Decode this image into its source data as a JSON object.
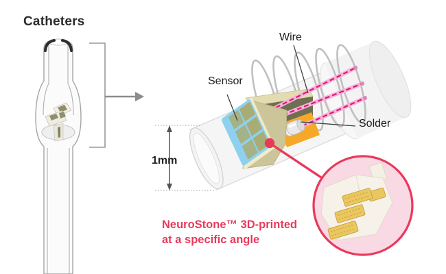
{
  "title": "Catheters",
  "labels": {
    "sensor": "Sensor",
    "wire": "Wire",
    "solder": "Solder",
    "dimension": "1mm"
  },
  "annotation": {
    "line1": "NeuroStone™ 3D-printed",
    "line2": "at a specific angle"
  },
  "icons": [
    "arrow-right-icon",
    "dimension-arrow-icon",
    "callout-dot-icon"
  ],
  "colors": {
    "accent": "#e8395b",
    "wire_core": "#e5117f",
    "wire_casing": "#f4b5d4",
    "sensor_blue": "#8ed1ee",
    "sensor_cell": "#a9ac74",
    "wedge": "#cdc59a",
    "rail": "#e3dcb1",
    "orange": "#f6a928",
    "gold": "#eac85f",
    "circle_fill": "#f9d9e3",
    "coil": "#b9b9b9",
    "label": "#1c1c1c",
    "title": "#2c2c2c"
  }
}
